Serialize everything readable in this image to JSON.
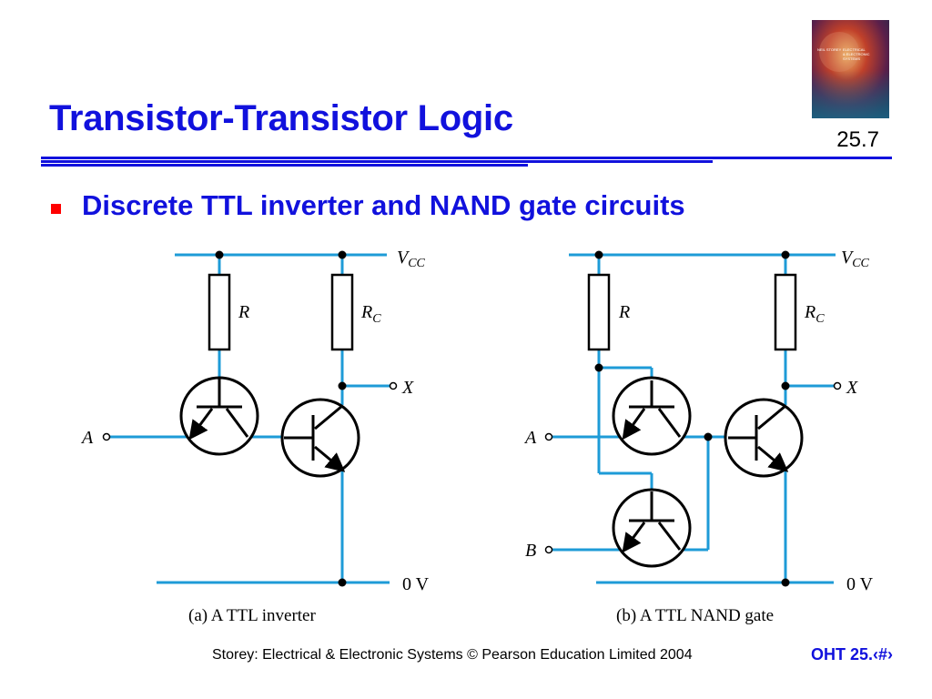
{
  "slide": {
    "title": "Transistor-Transistor Logic",
    "number": "25.7",
    "bullet": "Discrete TTL inverter and NAND gate circuits",
    "footer_left": "Storey: Electrical & Electronic Systems © Pearson Education Limited 2004",
    "footer_right": "OHT 25.‹#›",
    "book_cover_text": [
      "NEIL STOREY",
      "ELECTRICAL",
      "& ELECTRONIC",
      "SYSTEMS"
    ]
  },
  "colors": {
    "accent": "#1111dd",
    "wire": "#1e9bd7",
    "bullet": "#ff0000",
    "component": "#000000"
  },
  "circuit_a": {
    "caption": "(a) A TTL inverter",
    "vcc_label": "V",
    "vcc_sub": "CC",
    "gnd_label": "0 V",
    "r_label": "R",
    "rc_label": "R",
    "rc_sub": "C",
    "input_a": "A",
    "output_x": "X"
  },
  "circuit_b": {
    "caption": "(b) A TTL NAND gate",
    "vcc_label": "V",
    "vcc_sub": "CC",
    "gnd_label": "0 V",
    "r_label": "R",
    "rc_label": "R",
    "rc_sub": "C",
    "input_a": "A",
    "input_b": "B",
    "output_x": "X"
  }
}
